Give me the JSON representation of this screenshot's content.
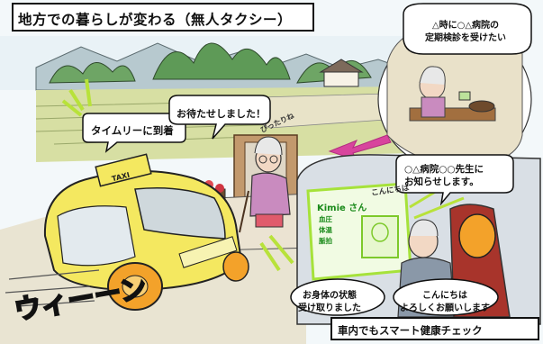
{
  "title": "地方での暮らしが変わる（無人タクシー）",
  "speech": {
    "arrival": "タイムリーに到着",
    "waited": "お待たせしました！",
    "appointment": [
      "△時に○△病院の",
      "定期検診を受けたい"
    ],
    "notice": [
      "○△病院○○先生に",
      "お知らせします。"
    ],
    "received": [
      "お身体の状態",
      "受け取りました"
    ],
    "greeting": [
      "こんにちは",
      "よろしくお願いします"
    ]
  },
  "sound_effects": {
    "pittari": "ぴったりね",
    "konnichiwa": "こんにちは",
    "vroom": "ウィーーン"
  },
  "taxi_sign": "TAXI",
  "health_card": {
    "name": "Kimie",
    "suffix": "さん",
    "fields": [
      "血圧",
      "体温",
      "脈拍"
    ]
  },
  "caption": "車内でもスマート健康チェック",
  "colors": {
    "taxi_yellow": "#f4e860",
    "screen_green": "#a6e23a",
    "accent_pink": "#d8459d",
    "sky": "#eef5f8",
    "tree_green": "#5e9a57"
  }
}
